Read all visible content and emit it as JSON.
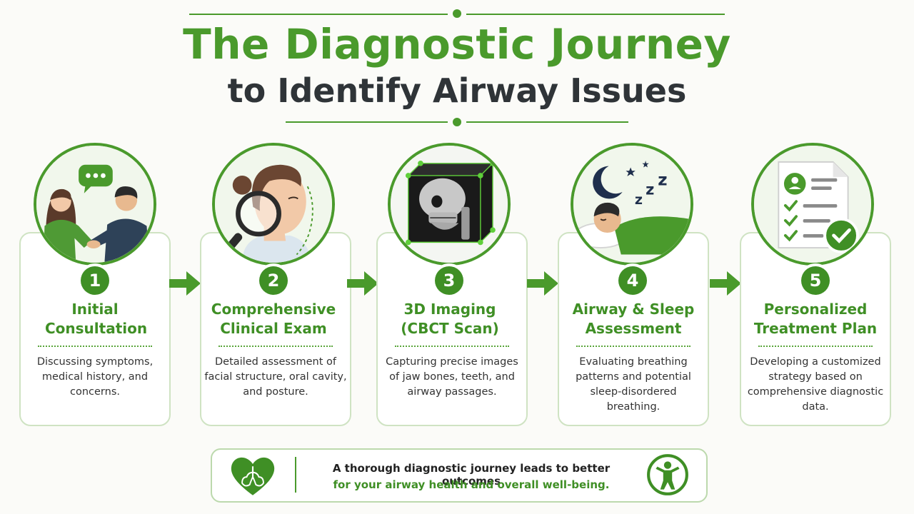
{
  "header": {
    "title_line1": "The Diagnostic Journey",
    "title_line2": "to Identify Airway Issues"
  },
  "steps": [
    {
      "number": "1",
      "title": "Initial Consultation",
      "description": "Discussing symptoms, medical history, and concerns.",
      "icon": "consultation-people-icon"
    },
    {
      "number": "2",
      "title": "Comprehensive Clinical Exam",
      "description": "Detailed assessment of facial structure, oral cavity, and posture.",
      "icon": "magnifier-face-icon"
    },
    {
      "number": "3",
      "title": "3D Imaging (CBCT Scan)",
      "description": "Capturing precise images of jaw bones, teeth, and airway passages.",
      "icon": "skull-scan-icon"
    },
    {
      "number": "4",
      "title": "Airway & Sleep Assessment",
      "description": "Evaluating breathing patterns and potential sleep-disordered breathing.",
      "icon": "sleeping-person-icon"
    },
    {
      "number": "5",
      "title": "Personalized Treatment Plan",
      "description": "Developing a customized strategy based on comprehensive diagnostic data.",
      "icon": "checklist-document-icon"
    }
  ],
  "banner": {
    "line1": "A thorough diagnostic journey leads to better outcomes",
    "line2": "for your airway health and overall well-being."
  },
  "colors": {
    "accent": "#4a9a2c",
    "accent_dark": "#3f8f25",
    "heading_dark": "#2f3438",
    "card_border": "#cfe3c3"
  }
}
